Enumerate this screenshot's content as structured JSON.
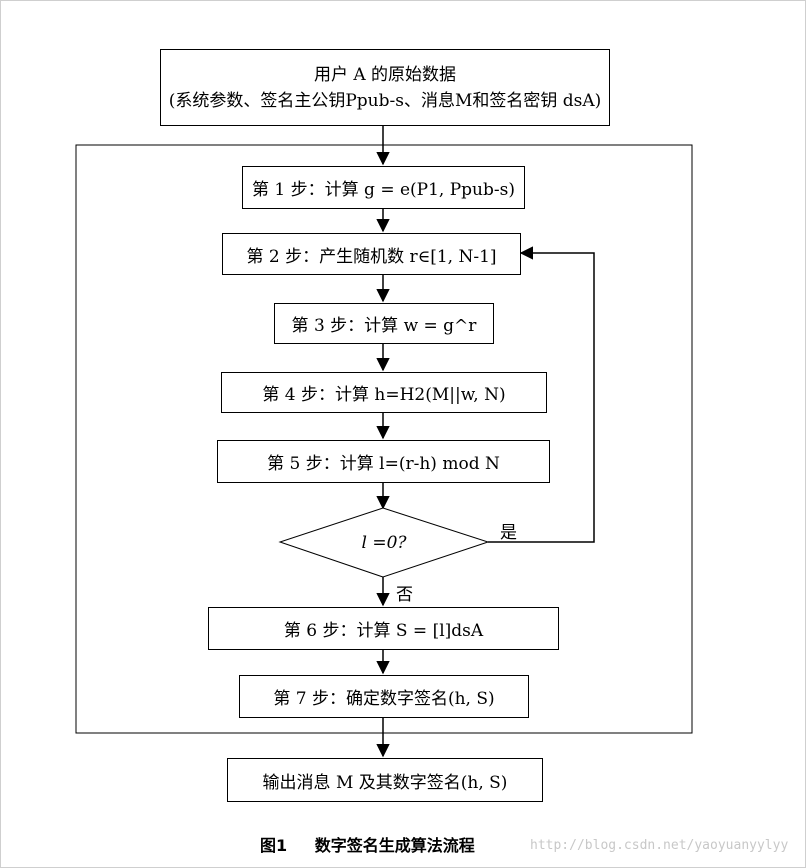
{
  "input_box": {
    "line1": "用户 A 的原始数据",
    "line2": "(系统参数、签名主公钥Ppub-s、消息M和签名密钥 dsA)"
  },
  "steps": [
    "第 1 步：计算 g = e(P1, Ppub-s)",
    "第 2 步：产生随机数 r∈[1, N-1]",
    "第 3 步：计算 w = g^r",
    "第 4 步：计算 h=H2(M||w, N)",
    "第 5 步：计算 l=(r-h) mod N",
    "第 6 步：计算 S = [l]dsA",
    "第 7 步：确定数字签名(h, S)"
  ],
  "decision": {
    "text": "l =0?",
    "yes_label": "是",
    "no_label": "否"
  },
  "output_box": "输出消息 M 及其数字签名(h, S)",
  "caption": {
    "figure_number": "图1",
    "title": "数字签名生成算法流程"
  },
  "watermark": "http://blog.csdn.net/yaoyuanyylyy"
}
